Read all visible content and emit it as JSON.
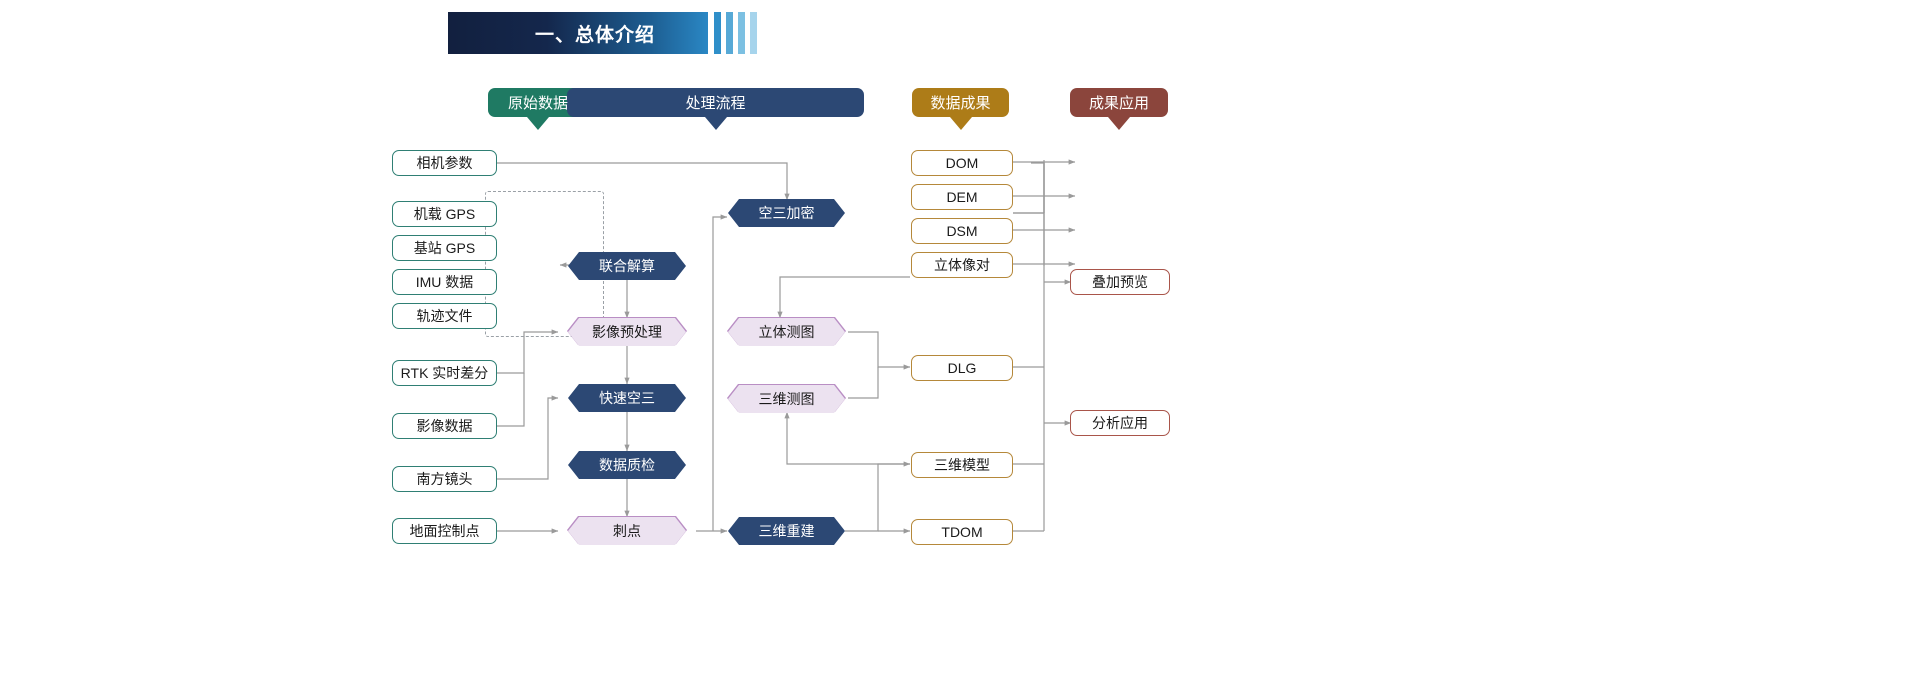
{
  "header": {
    "title": "一、总体介绍",
    "accent_dark": "#12203f",
    "accent_light": "#2a87c4",
    "bars": 4
  },
  "categories": [
    {
      "id": "raw",
      "label": "原始数据",
      "color": "#1f7a63"
    },
    {
      "id": "flow",
      "label": "处理流程",
      "color": "#2c4874"
    },
    {
      "id": "result",
      "label": "数据成果",
      "color": "#ad7c18"
    },
    {
      "id": "app",
      "label": "成果应用",
      "color": "#8b453c"
    }
  ],
  "raw_data": {
    "standalone_top": [
      {
        "id": "camera",
        "label": "相机参数"
      }
    ],
    "grouped": {
      "dashed": true,
      "items": [
        {
          "id": "air-gps",
          "label": "机载 GPS"
        },
        {
          "id": "base-gps",
          "label": "基站 GPS"
        },
        {
          "id": "imu",
          "label": "IMU 数据"
        },
        {
          "id": "track",
          "label": "轨迹文件"
        }
      ]
    },
    "standalone_bottom": [
      {
        "id": "rtk",
        "label": "RTK 实时差分"
      },
      {
        "id": "imagery",
        "label": "影像数据"
      },
      {
        "id": "lens",
        "label": "南方镜头"
      },
      {
        "id": "gcp",
        "label": "地面控制点"
      }
    ]
  },
  "process": {
    "left_chain": [
      {
        "id": "joint-solve",
        "label": "联合解算",
        "style": "dark"
      },
      {
        "id": "img-pre",
        "label": "影像预处理",
        "style": "light"
      },
      {
        "id": "fast-at",
        "label": "快速空三",
        "style": "dark"
      },
      {
        "id": "qc",
        "label": "数据质检",
        "style": "dark"
      },
      {
        "id": "prick",
        "label": "刺点",
        "style": "light"
      }
    ],
    "right_chain": [
      {
        "id": "at-dense",
        "label": "空三加密",
        "style": "dark"
      },
      {
        "id": "stereo-map",
        "label": "立体测图",
        "style": "light"
      },
      {
        "id": "3d-map",
        "label": "三维测图",
        "style": "light"
      },
      {
        "id": "3d-rebuild",
        "label": "三维重建",
        "style": "dark"
      }
    ]
  },
  "results": [
    {
      "id": "dom",
      "label": "DOM"
    },
    {
      "id": "dem",
      "label": "DEM"
    },
    {
      "id": "dsm",
      "label": "DSM"
    },
    {
      "id": "stereo-pair",
      "label": "立体像对"
    },
    {
      "id": "dlg",
      "label": "DLG"
    },
    {
      "id": "model3d",
      "label": "三维模型"
    },
    {
      "id": "tdom",
      "label": "TDOM"
    }
  ],
  "applications": [
    {
      "id": "overlay",
      "label": "叠加预览"
    },
    {
      "id": "analysis",
      "label": "分析应用"
    }
  ]
}
